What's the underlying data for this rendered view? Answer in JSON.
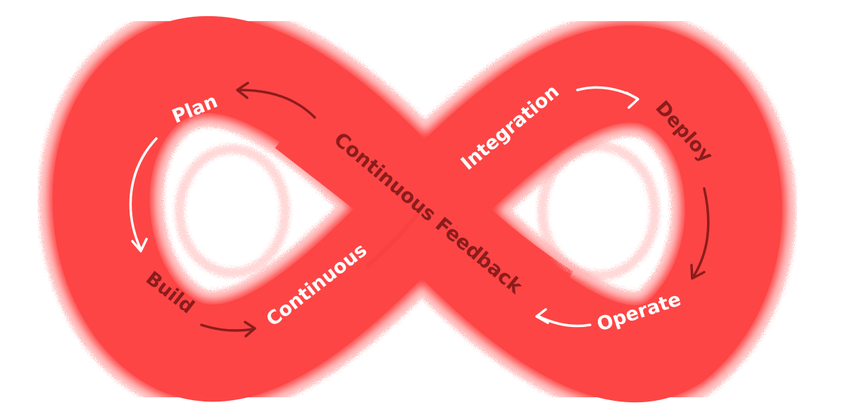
{
  "colors": {
    "band": "#fd4545",
    "band_glow": "#ff8f8f",
    "label_light": "#ffffff",
    "label_dark": "#8b1c1c"
  },
  "labels": {
    "plan": "Plan",
    "build": "Build",
    "continuous": "Continuous",
    "feedback": "Continuous Feedback",
    "integration": "Integration",
    "deploy": "Deploy",
    "operate": "Operate"
  }
}
